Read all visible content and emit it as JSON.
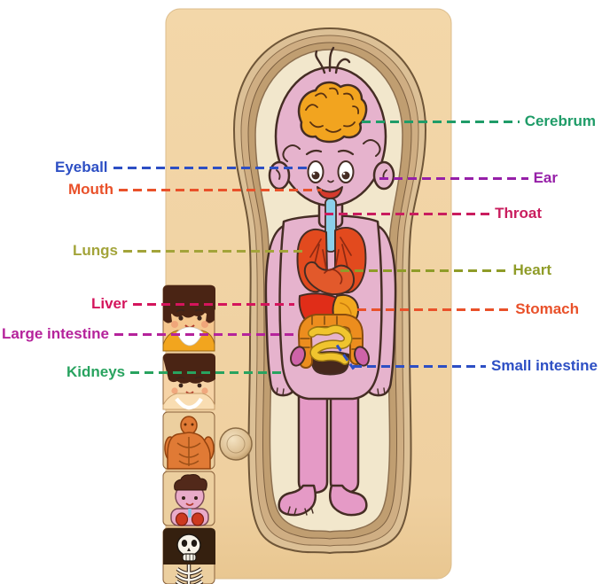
{
  "scene": {
    "description": "Wooden five-layer human body anatomy puzzle with labeled organs",
    "background": "#ffffff"
  },
  "labels": {
    "left": [
      {
        "id": "eyeball",
        "text": "Eyeball",
        "color": "#2d4fc4"
      },
      {
        "id": "mouth",
        "text": "Mouth",
        "color": "#e9512a"
      },
      {
        "id": "lungs",
        "text": "Lungs",
        "color": "#a3a43a"
      },
      {
        "id": "liver",
        "text": "Liver",
        "color": "#d4155c"
      },
      {
        "id": "large_intestine",
        "text": "Large intestine",
        "color": "#b5239b"
      },
      {
        "id": "kidneys",
        "text": "Kidneys",
        "color": "#28a35f"
      }
    ],
    "right": [
      {
        "id": "cerebrum",
        "text": "Cerebrum",
        "color": "#1f9c68"
      },
      {
        "id": "ear",
        "text": "Ear",
        "color": "#961fa8"
      },
      {
        "id": "throat",
        "text": "Throat",
        "color": "#c91d5e"
      },
      {
        "id": "heart",
        "text": "Heart",
        "color": "#8f9c28"
      },
      {
        "id": "stomach",
        "text": "Stomach",
        "color": "#e9512a"
      },
      {
        "id": "small_intestine",
        "text": "Small intestine",
        "color": "#2d4fc4"
      }
    ]
  },
  "colors": {
    "board_wood": "#f2d5a6",
    "ring_step_1": "#dcc096",
    "ring_step_2": "#cfae83",
    "ring_step_3": "#c09e71",
    "inner_panel": "#f2e7cc",
    "skin_pink": "#e6b3cd",
    "legs_pink": "#e59ac6",
    "outline_brown": "#452d24",
    "brain_orange": "#f2a41f",
    "lungs_red": "#e24a1e",
    "heart_orange": "#e2592b",
    "liver_red": "#e02d18",
    "stomach_yellow": "#f2a81e",
    "large_intestine_orange": "#ec8d1e",
    "small_intestine_yellow": "#f0c42e",
    "kidney_pink": "#ce63a8",
    "trachea_blue": "#8bd0ea"
  },
  "stack_layers": [
    {
      "name": "clothed-child"
    },
    {
      "name": "skin"
    },
    {
      "name": "muscles"
    },
    {
      "name": "organs"
    },
    {
      "name": "skeleton"
    }
  ]
}
